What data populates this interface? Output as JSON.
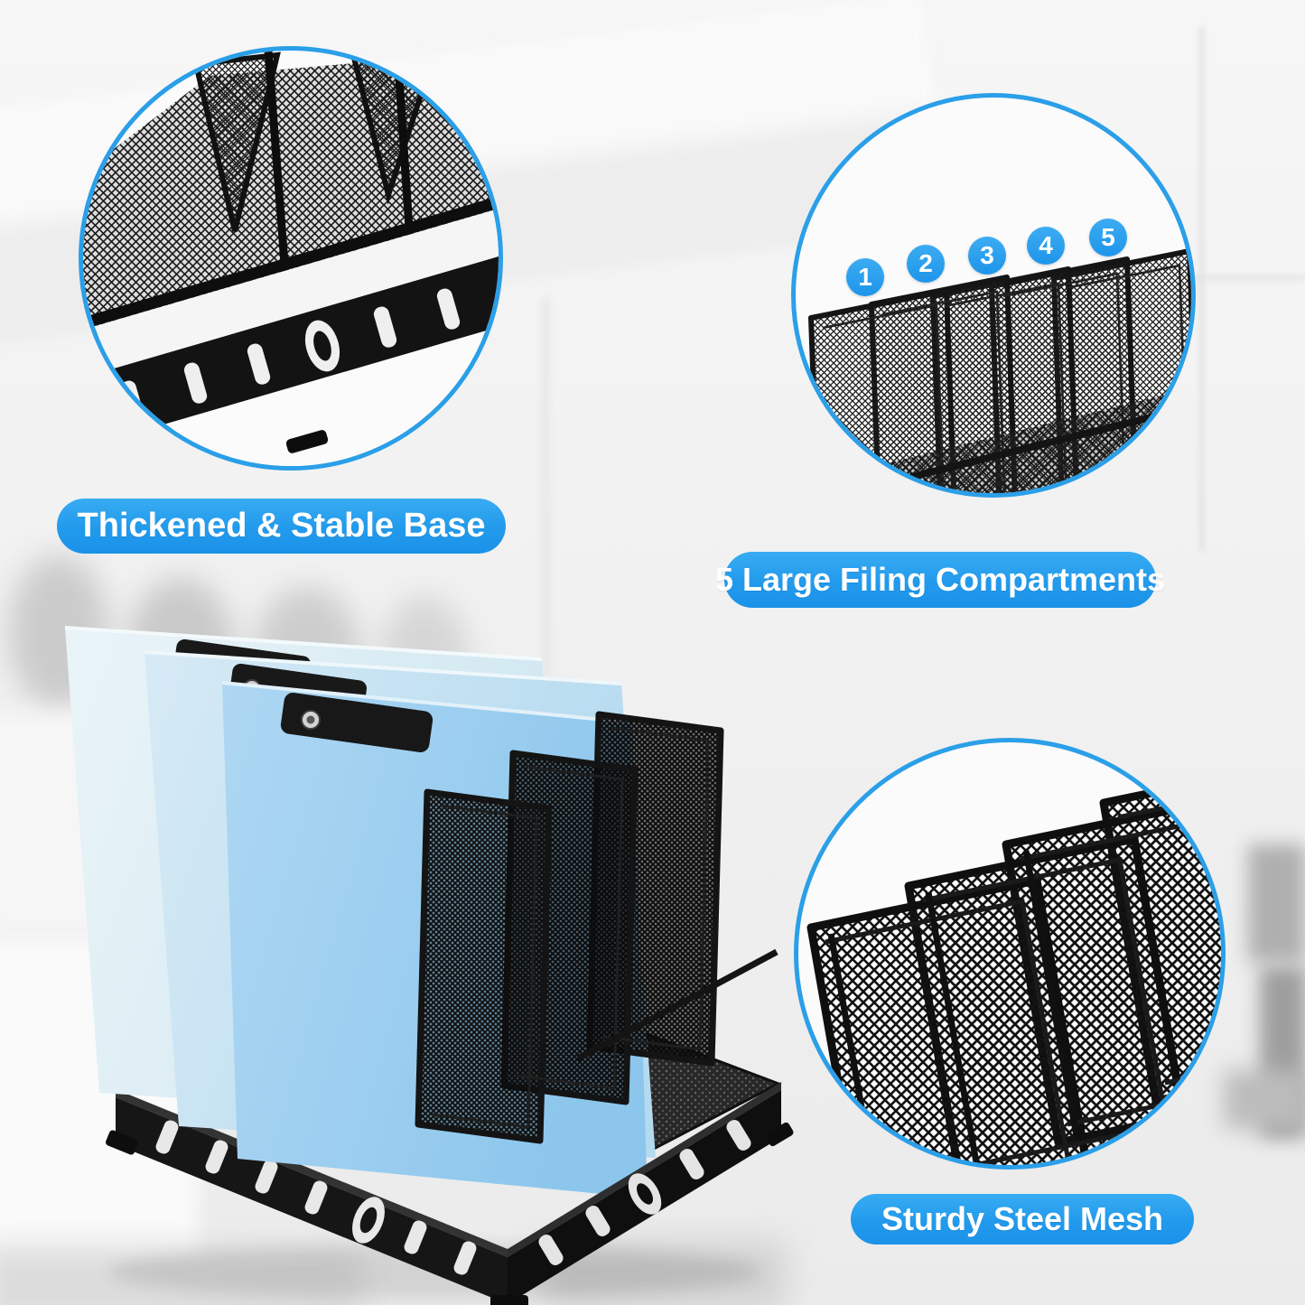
{
  "callouts": {
    "base": {
      "label": "Thickened & Stable Base"
    },
    "compartments": {
      "label": "5 Large Filing Compartments"
    },
    "mesh": {
      "label": "Sturdy Steel Mesh"
    }
  },
  "compartments": {
    "numbers": [
      "1",
      "2",
      "3",
      "4",
      "5"
    ]
  },
  "colors": {
    "accent_blue": "#2BA3F0",
    "accent_blue_dark": "#1B92E8",
    "circle_border_blue": "#2B9FE8",
    "label_text": "#FFFFFF",
    "product_black": "#161616",
    "mesh_wire_black": "#141414",
    "folder_blue_light": "#DDEEF5",
    "folder_blue_medium": "#C0E0F2",
    "folder_blue_deep": "#9CCEF0",
    "background_gray": "#F1F1F1"
  }
}
